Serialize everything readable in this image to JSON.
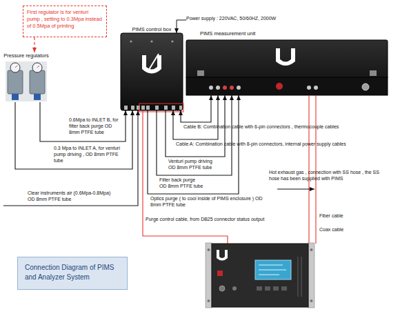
{
  "diagram": {
    "title": "Connection Diagram of PIMS and Analyzer System",
    "nodes": [
      {
        "text": [
          "First regulator is for venturi pump , setting to 0.3Mpa instead of 0.5Mpa of printing"
        ]
      },
      {
        "text": [
          "Pressure regulators"
        ]
      },
      {
        "text": [
          "PIMS control box"
        ]
      },
      {
        "text": [
          "PIMS measurement unit"
        ]
      }
    ],
    "edges": [
      {
        "from": 0,
        "to": 1,
        "arrow": "to"
      },
      {
        "from": 1,
        "to": 2,
        "label": "0.6Mpa to INLET B, for filter back purge OD 8mm PTFE tube",
        "arrow": "to"
      },
      {
        "from": 1,
        "to": 2,
        "label": "0.3 Mpa to INLET A, for venturi pump driving , OD 8mm PTFE tube",
        "arrow": "to"
      },
      {
        "from": 2,
        "to": 3,
        "label": "Cable B: Combination cable with 6-pin connectors , thermocouple cables",
        "arrow": "both"
      },
      {
        "from": 2,
        "to": 3,
        "label": "Cable A: Combination cable with 8-pin connectors, internal power supply cables",
        "arrow": "both"
      },
      {
        "from": 2,
        "to": 3,
        "label": "Venturi pump driving OD 8mm PTFE tube",
        "arrow": "to"
      },
      {
        "from": 2,
        "to": 3,
        "label": "Filter back purge OD 8mm PTFE tube",
        "arrow": "to"
      },
      {
        "from": 2,
        "to": 3,
        "label": "Optics purge ( to cool inside of PIMS enclosure ) OD 8mm PTFE tube",
        "arrow": "to"
      }
    ],
    "labels": [
      "Power supply : 220VAC, 50/60HZ, 2000W",
      "Clear instruments air (0.6Mpa-0.8Mpa) OD 8mm PTFE tube",
      "Hot exhaust gas , connection with SS hose , the SS hose has been supplied with PIMS",
      "Purge control cable, from DB25 connector status output",
      "Fiber cable",
      "Coax cable"
    ]
  }
}
